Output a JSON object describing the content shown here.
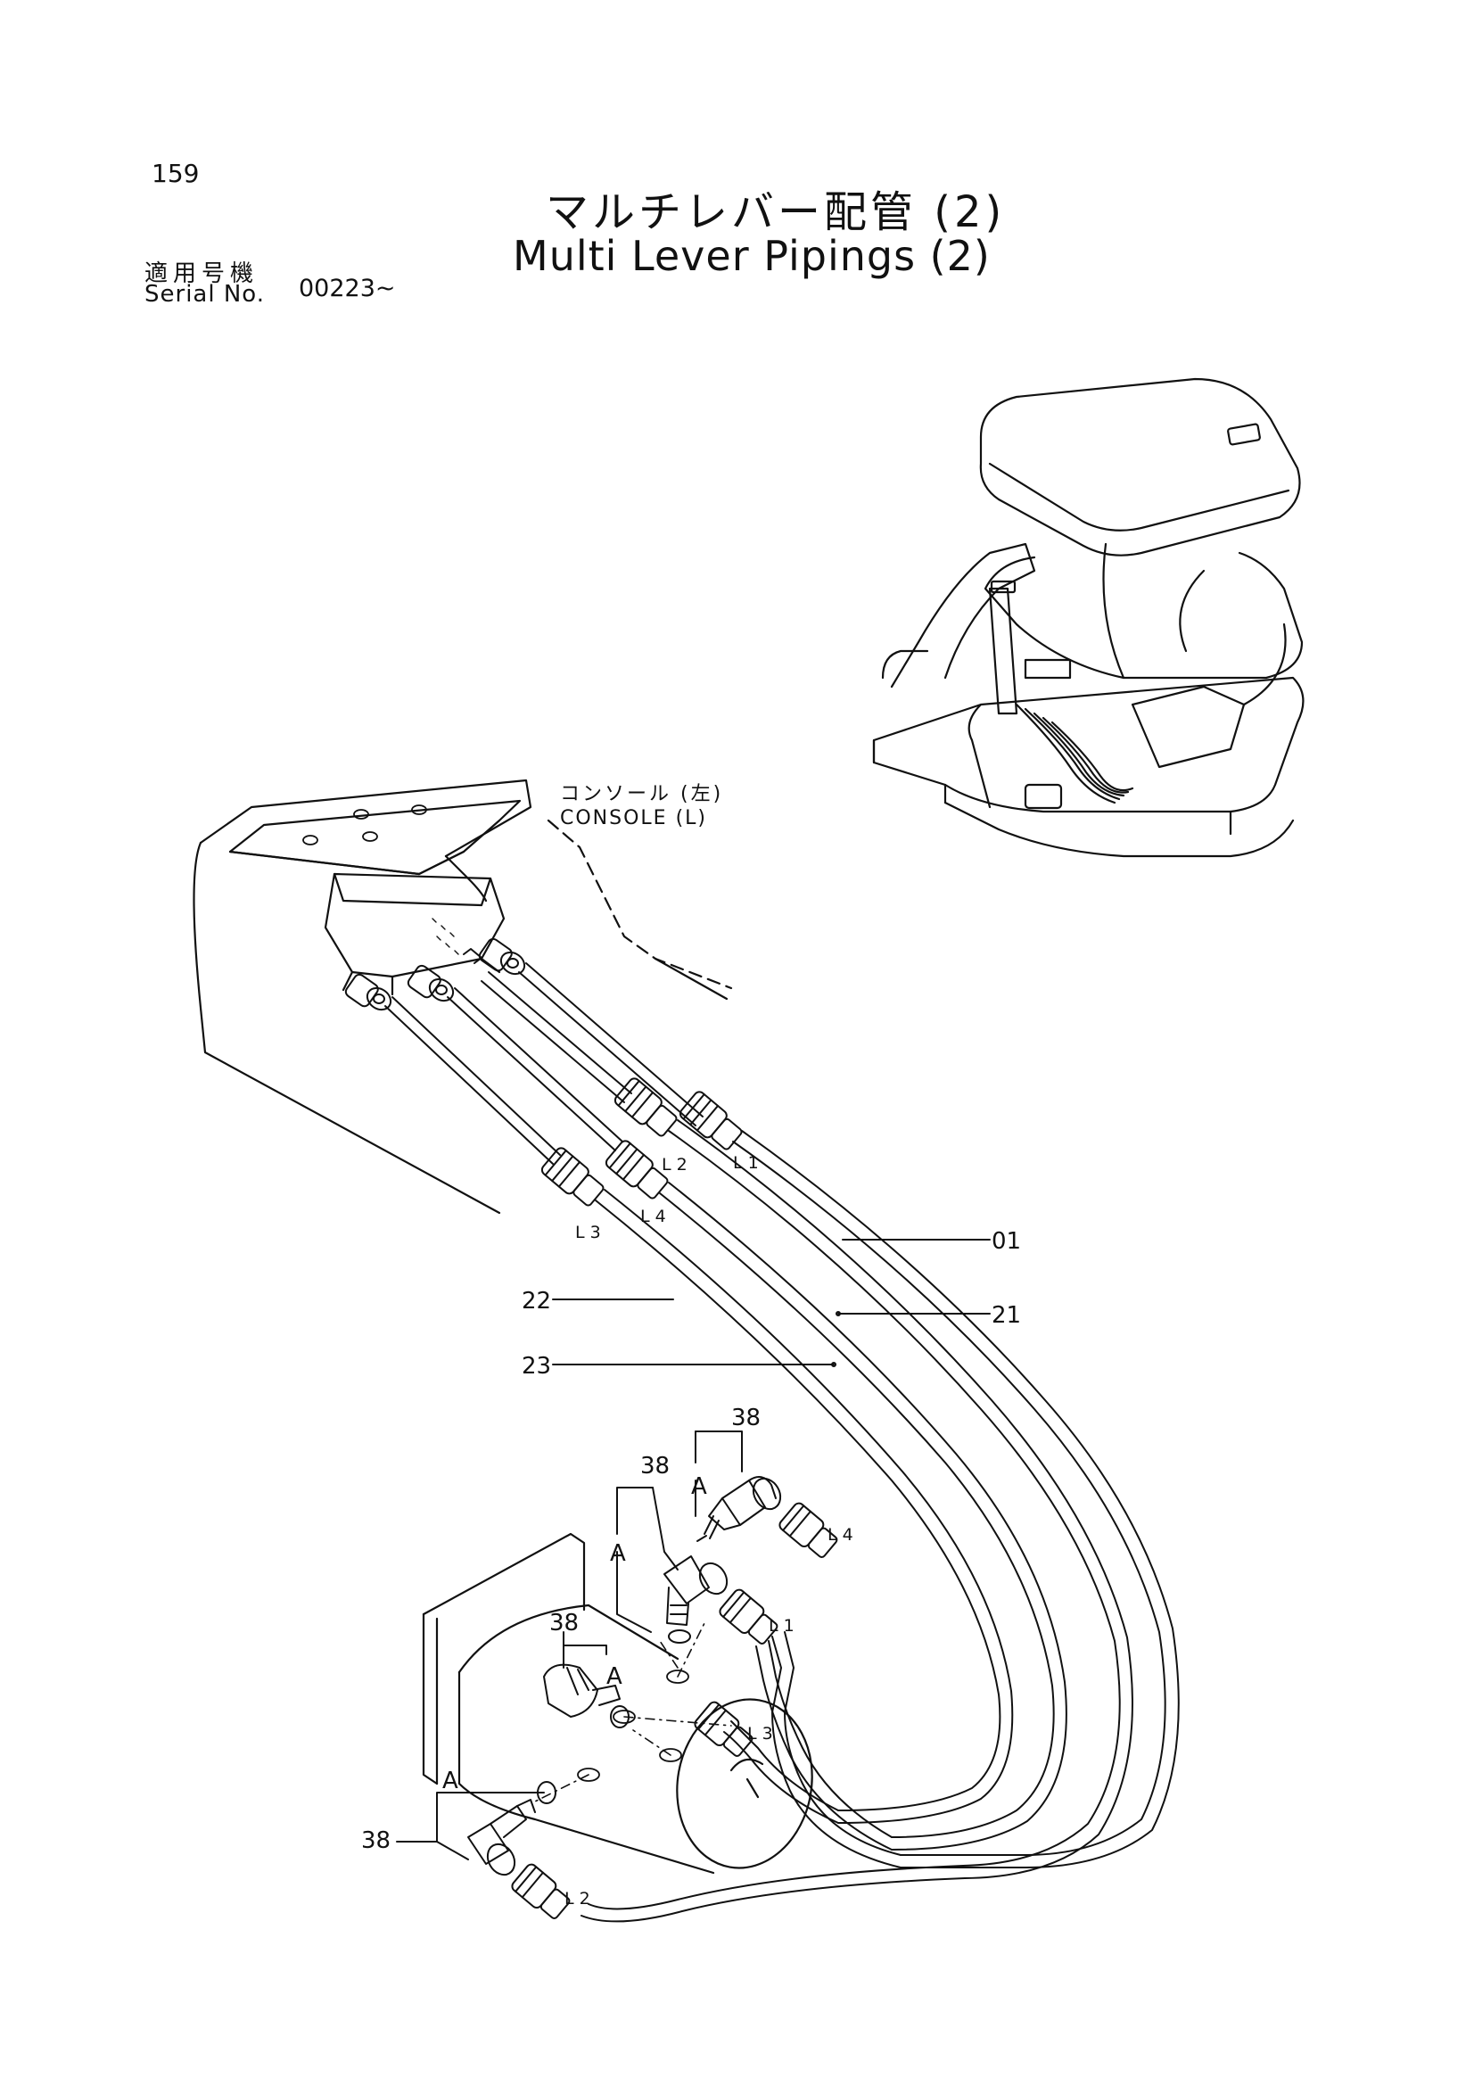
{
  "header": {
    "page_number": "159",
    "title_jp": "マルチレバー配管 (2)",
    "title_en": "Multi Lever Pipings (2)",
    "serial_label_jp": "適用号機",
    "serial_label_en": "Serial No.",
    "serial_value": "00223~"
  },
  "callouts": {
    "console_jp": "コンソール (左)",
    "console_en": "CONSOLE (L)",
    "p01": "01",
    "p21": "21",
    "p22": "22",
    "p23": "23",
    "p38": "38",
    "A": "A",
    "L1": "L 1",
    "L2": "L 2",
    "L3": "L 3",
    "L4": "L 4"
  }
}
